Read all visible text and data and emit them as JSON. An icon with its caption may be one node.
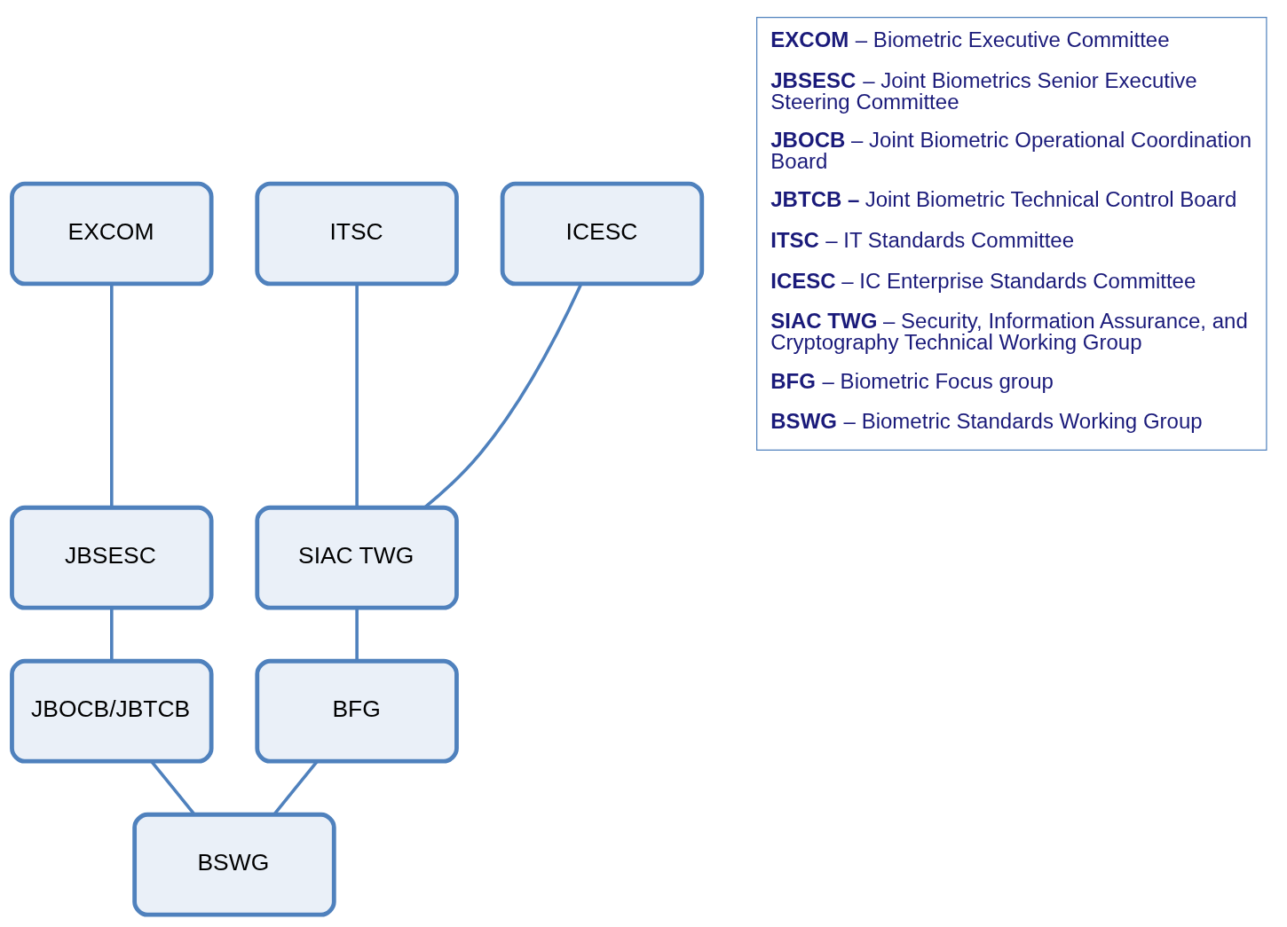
{
  "diagram": {
    "nodes": [
      {
        "text": [
          "EXCOM"
        ]
      },
      {
        "text": [
          "ITSC"
        ]
      },
      {
        "text": [
          "ICESC"
        ]
      },
      {
        "text": [
          "JBSESC"
        ]
      },
      {
        "text": [
          "SIAC TWG"
        ]
      },
      {
        "text": [
          "JBOCB/JBTCB"
        ]
      },
      {
        "text": [
          "BFG"
        ]
      },
      {
        "text": [
          "BSWG"
        ]
      },
      {
        "text": [
          "**EXCOM** – Biometric Executive Committee",
          "**JBSESC** – Joint Biometrics Senior Executive Steering Committee",
          "**JBOCB** – Joint Biometric Operational Coordination Board",
          "**JBTCB –** Joint Biometric Technical Control Board",
          "**ITSC** – IT Standards Committee",
          "**ICESC** – IC Enterprise Standards Committee",
          "**SIAC TWG** – Security, Information Assurance, and Cryptography Technical Working Group",
          "**BFG** – Biometric Focus group",
          "**BSWG** – Biometric Standards Working Group"
        ]
      }
    ],
    "edges": [
      {
        "from": 0,
        "to": 3,
        "arrow": "none"
      },
      {
        "from": 3,
        "to": 5,
        "arrow": "none"
      },
      {
        "from": 1,
        "to": 4,
        "arrow": "none"
      },
      {
        "from": 2,
        "to": 4,
        "arrow": "none"
      },
      {
        "from": 4,
        "to": 6,
        "arrow": "none"
      },
      {
        "from": 5,
        "to": 7,
        "arrow": "none"
      },
      {
        "from": 6,
        "to": 7,
        "arrow": "none"
      }
    ]
  }
}
